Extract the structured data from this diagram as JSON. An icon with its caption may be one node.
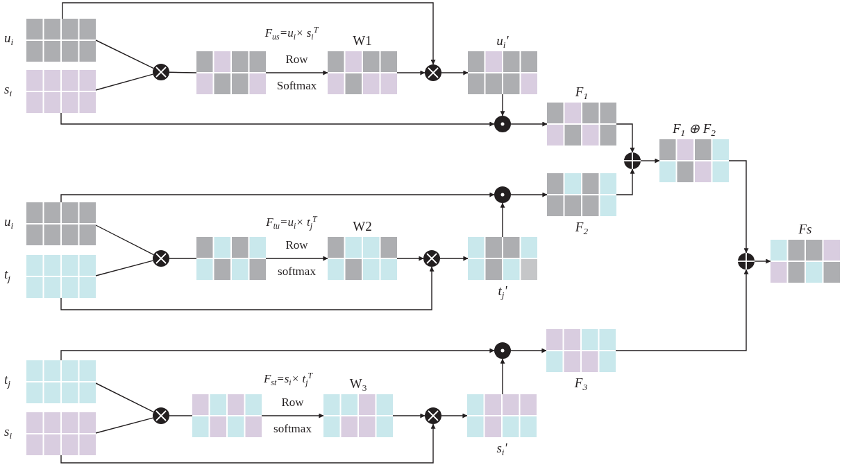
{
  "diagram": {
    "nodes": [
      {
        "text": [
          "u$_{i}$"
        ]
      },
      {
        "text": [
          "s$_{i}$"
        ]
      },
      {
        "text": [],
        "shape": "circle"
      },
      {
        "text": [],
        "shape": "box"
      },
      {
        "text": [
          "W1"
        ]
      },
      {
        "text": [],
        "shape": "circle"
      },
      {
        "text": [
          "u$_{i}$'"
        ]
      },
      {
        "text": [],
        "shape": "circle"
      },
      {
        "text": [
          "F$_{1}$"
        ]
      },
      {
        "text": [],
        "shape": "circle"
      },
      {
        "text": [
          "F$_{1}$ ⊕ F$_{2}$"
        ]
      },
      {
        "text": [
          "u$_{i}$"
        ]
      },
      {
        "text": [
          "t$_{j}$"
        ]
      },
      {
        "text": [],
        "shape": "circle"
      },
      {
        "text": [],
        "shape": "box"
      },
      {
        "text": [
          "W2"
        ]
      },
      {
        "text": [],
        "shape": "circle"
      },
      {
        "text": [
          "t$_{j}$'"
        ]
      },
      {
        "text": [],
        "shape": "circle"
      },
      {
        "text": [
          "F$_{2}$"
        ]
      },
      {
        "text": [
          "t$_{j}$"
        ]
      },
      {
        "text": [
          "s$_{i}$"
        ]
      },
      {
        "text": [],
        "shape": "circle"
      },
      {
        "text": [],
        "shape": "box"
      },
      {
        "text": [
          "W$_{3}$"
        ]
      },
      {
        "text": [],
        "shape": "circle"
      },
      {
        "text": [
          "s$_{i}$'"
        ]
      },
      {
        "text": [],
        "shape": "circle"
      },
      {
        "text": [
          "F$_{3}$"
        ]
      },
      {
        "text": [],
        "shape": "circle"
      },
      {
        "text": [
          "Fs"
        ]
      }
    ],
    "edges": [
      {
        "from": 0,
        "to": 2,
        "arrow": "none"
      },
      {
        "from": 1,
        "to": 2,
        "arrow": "none"
      },
      {
        "from": 2,
        "to": 3,
        "arrow": "none"
      },
      {
        "from": 3,
        "to": 4,
        "arrow": "to",
        "label": "Row Softmax"
      },
      {
        "from": 4,
        "to": 5,
        "arrow": "to"
      },
      {
        "from": 0,
        "to": 5,
        "arrow": "to"
      },
      {
        "from": 5,
        "to": 6,
        "arrow": "to"
      },
      {
        "from": 6,
        "to": 7,
        "arrow": "to"
      },
      {
        "from": 1,
        "to": 7,
        "arrow": "to"
      },
      {
        "from": 7,
        "to": 8,
        "arrow": "to"
      },
      {
        "from": 8,
        "to": 9,
        "arrow": "to"
      },
      {
        "from": 19,
        "to": 9,
        "arrow": "to"
      },
      {
        "from": 9,
        "to": 10,
        "arrow": "to"
      },
      {
        "from": 10,
        "to": 29,
        "arrow": "to"
      },
      {
        "from": 11,
        "to": 13,
        "arrow": "none"
      },
      {
        "from": 12,
        "to": 13,
        "arrow": "none"
      },
      {
        "from": 13,
        "to": 14,
        "arrow": "none"
      },
      {
        "from": 14,
        "to": 15,
        "arrow": "to",
        "label": "Row softmax"
      },
      {
        "from": 15,
        "to": 16,
        "arrow": "to"
      },
      {
        "from": 12,
        "to": 16,
        "arrow": "to"
      },
      {
        "from": 16,
        "to": 17,
        "arrow": "to"
      },
      {
        "from": 17,
        "to": 18,
        "arrow": "to"
      },
      {
        "from": 11,
        "to": 18,
        "arrow": "to"
      },
      {
        "from": 18,
        "to": 19,
        "arrow": "to"
      },
      {
        "from": 20,
        "to": 22,
        "arrow": "none"
      },
      {
        "from": 21,
        "to": 22,
        "arrow": "none"
      },
      {
        "from": 22,
        "to": 23,
        "arrow": "none"
      },
      {
        "from": 23,
        "to": 24,
        "arrow": "to",
        "label": "Row softmax"
      },
      {
        "from": 24,
        "to": 25,
        "arrow": "to"
      },
      {
        "from": 21,
        "to": 25,
        "arrow": "to"
      },
      {
        "from": 25,
        "to": 26,
        "arrow": "to"
      },
      {
        "from": 26,
        "to": 27,
        "arrow": "to"
      },
      {
        "from": 20,
        "to": 27,
        "arrow": "to"
      },
      {
        "from": 27,
        "to": 28,
        "arrow": "to"
      },
      {
        "from": 28,
        "to": 29,
        "arrow": "to"
      },
      {
        "from": 29,
        "to": 30,
        "arrow": "to"
      }
    ],
    "labels": [
      "F$_{us}$=u$_{i}$× s$_{i}$$^{T}$",
      "F$_{tu}$=u$_{i}$× t$_{j}$$^{T}$",
      "F$_{st}$=s$_{i}$× t$_{j}$$^{T}$"
    ]
  }
}
